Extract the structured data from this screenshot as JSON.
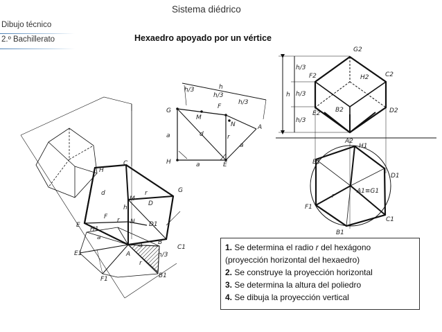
{
  "header": {
    "subject": "Dibujo técnico",
    "level": "2.º Bachillerato",
    "title": "Sistema diédrico",
    "subtitle": "Hexaedro apoyado por un vértice"
  },
  "steps": [
    {
      "num": "1.",
      "text": "Se determina el radio",
      "var": "r",
      "text2": "del hexágono",
      "line2": "(proyección horizontal del hexaedro)"
    },
    {
      "num": "2.",
      "text": "Se construye la proyección horizontal"
    },
    {
      "num": "3.",
      "text": "Se determina la altura del poliedro"
    },
    {
      "num": "4.",
      "text": "Se dibuja la proyección vertical"
    }
  ],
  "labels": {
    "vertical_view": {
      "G2": "G2",
      "H2": "H2",
      "F2": "F2",
      "C2": "C2",
      "E2": "E2",
      "B2": "B2",
      "D2": "D2",
      "A2": "A2",
      "h": "h",
      "h3a": "h/3",
      "h3b": "h/3",
      "h3c": "h/3"
    },
    "horizontal_view": {
      "H1": "H1",
      "E1": "E1",
      "D1": "D1",
      "A1G1": "A1≡G1",
      "F1": "F1",
      "C1": "C1",
      "B1": "B1",
      "r": "r"
    },
    "construction": {
      "h_top": "h",
      "h3_1": "h/3",
      "h3_2": "h/3",
      "h3_3": "h/3",
      "F": "F",
      "G": "G",
      "M": "M",
      "N": "N",
      "A": "A",
      "a1": "a",
      "d": "d",
      "r": "r",
      "a2": "a",
      "H": "H",
      "a3": "a",
      "E": "E"
    },
    "oblique": {
      "H": "H",
      "C": "C",
      "G": "G",
      "d": "d",
      "M": "M",
      "r1": "r",
      "D": "D",
      "h": "h",
      "F": "F",
      "r2": "r",
      "N": "N",
      "E": "E",
      "H1": "H1",
      "D1": "D1",
      "a1": "a",
      "a2": "a",
      "B": "B",
      "E1": "E1",
      "A": "A",
      "C1": "C1",
      "r3": "r",
      "h3": "h/3",
      "F1": "F1",
      "B1": "B1"
    }
  }
}
